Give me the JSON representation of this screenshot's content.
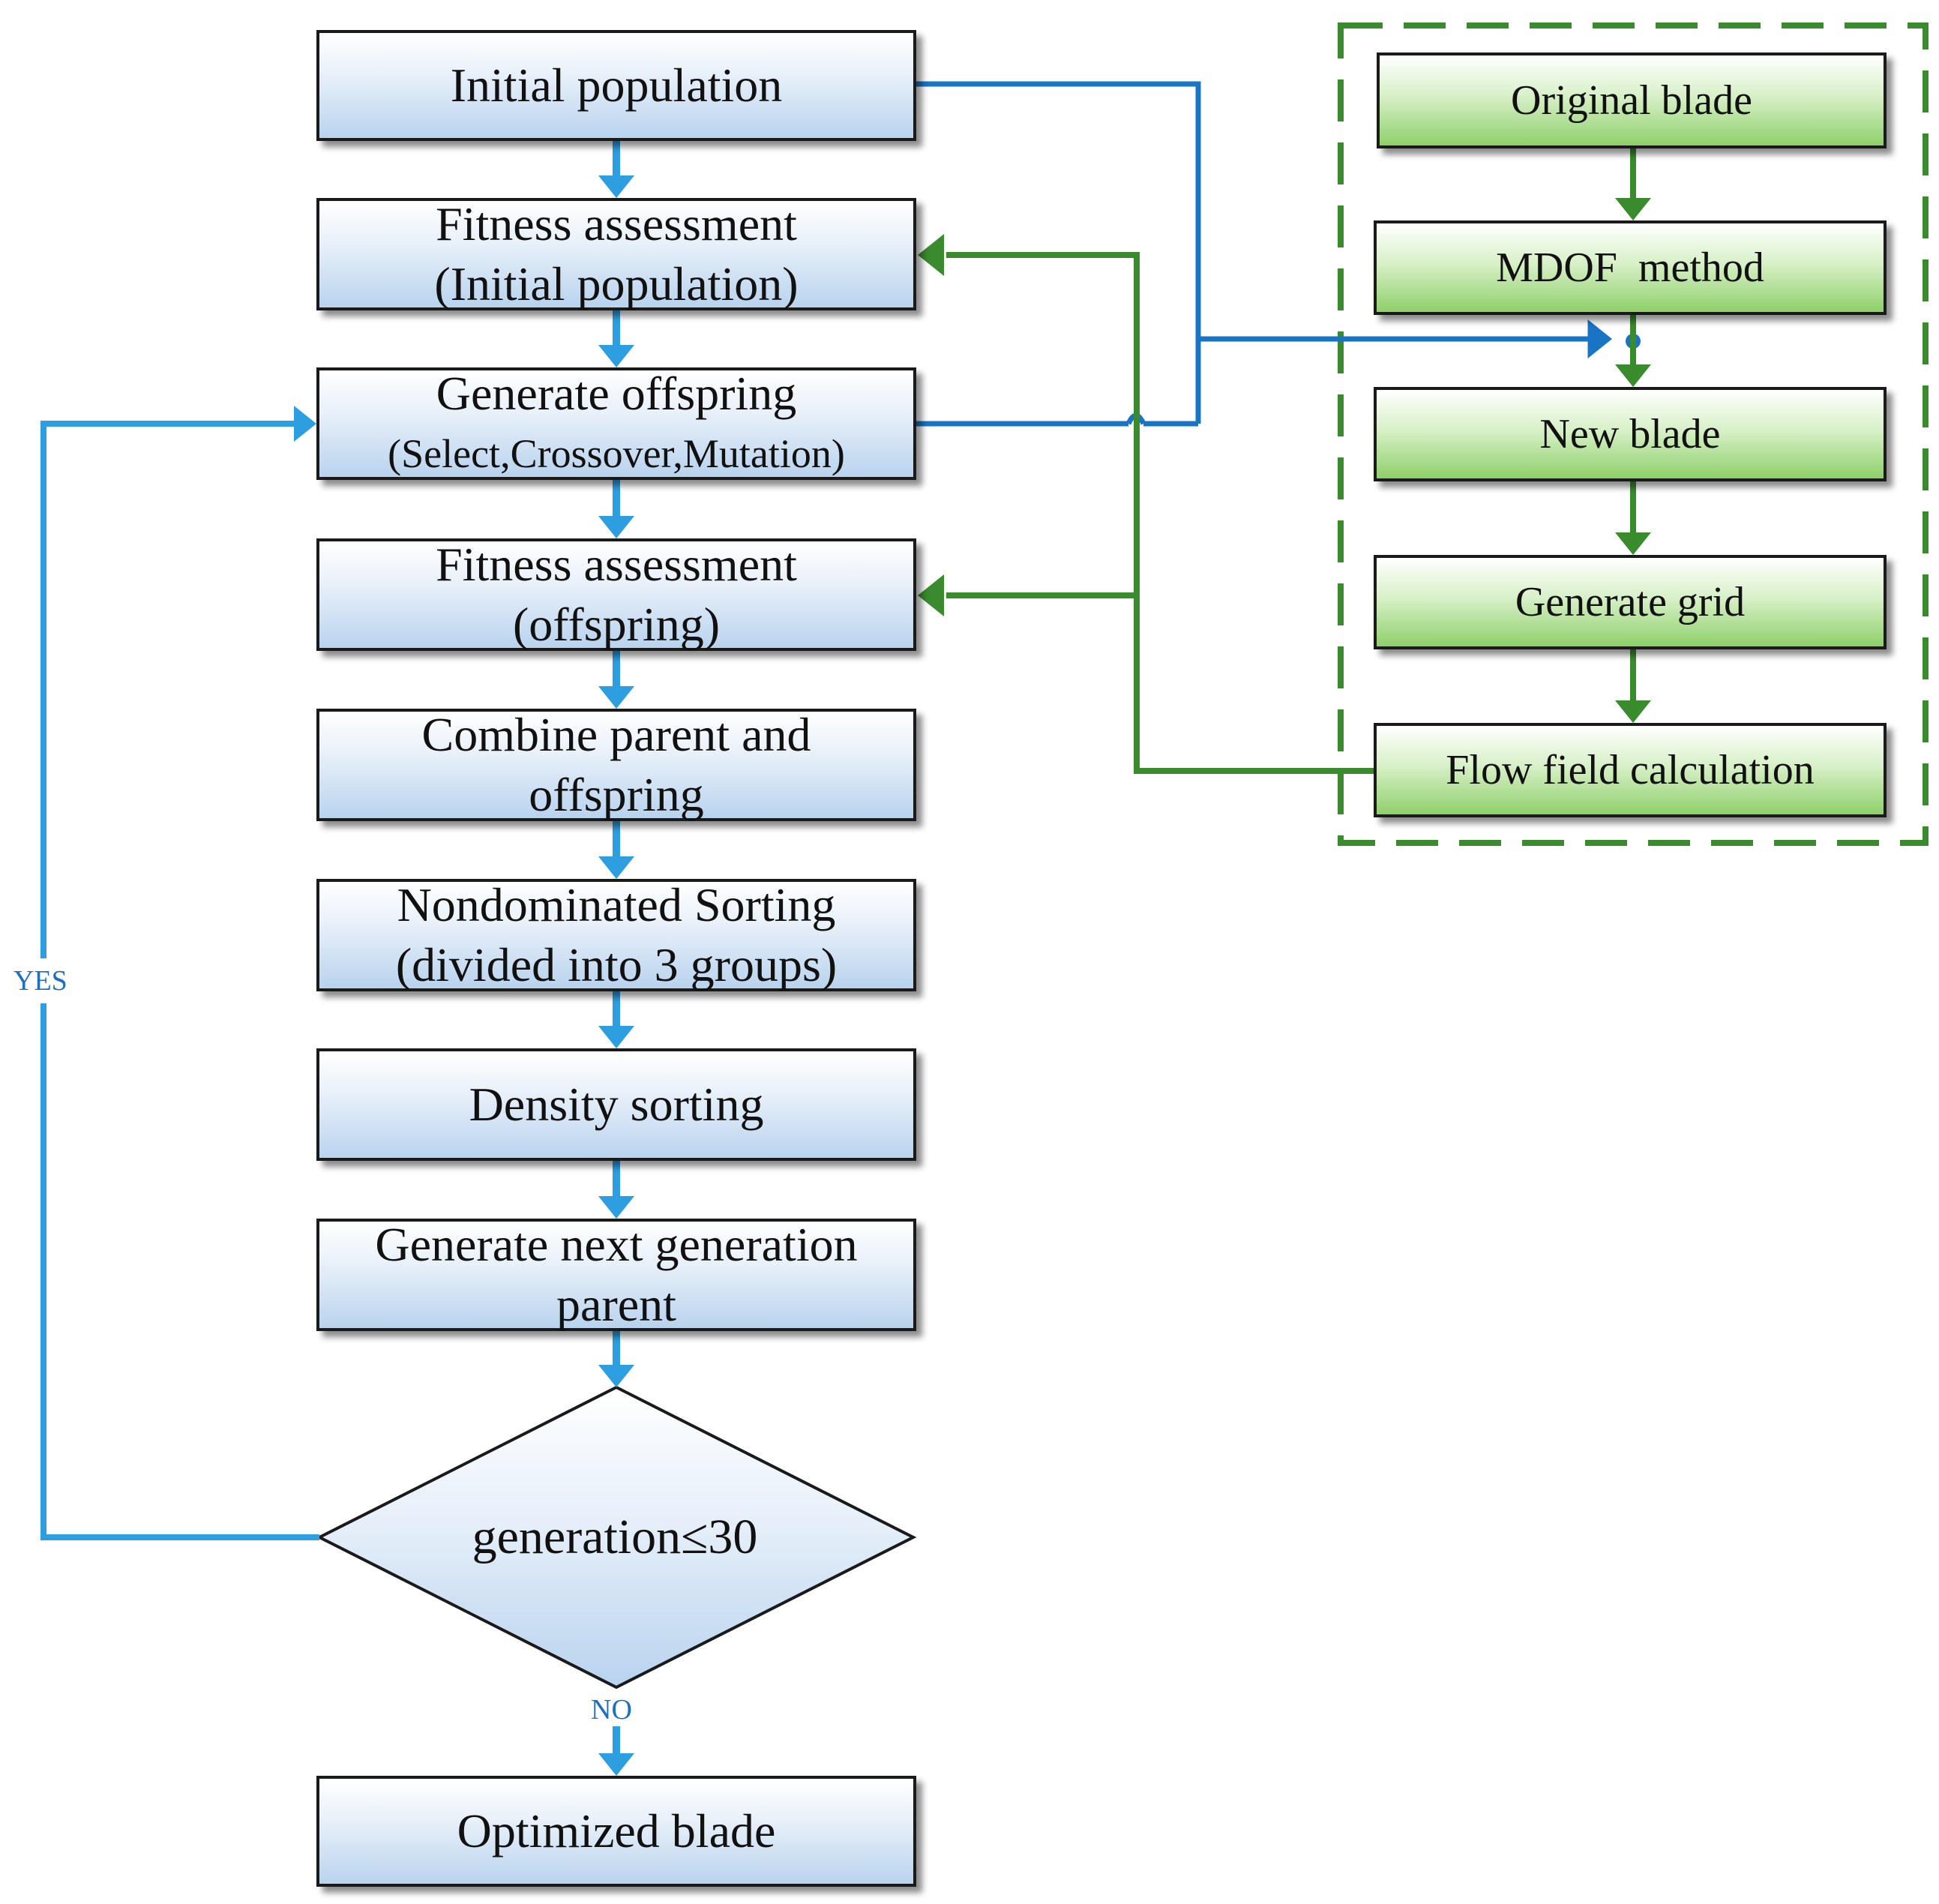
{
  "colors": {
    "flow_arrow": "#2d9ee0",
    "data_arrow": "#1a74c4",
    "green_arrow": "#3a8a2e",
    "module_border": "#3a8a2e"
  },
  "main_flow": [
    {
      "id": "initial-population",
      "lines": [
        "Initial population"
      ]
    },
    {
      "id": "fitness-initial",
      "lines": [
        "Fitness assessment",
        "(Initial population)"
      ]
    },
    {
      "id": "generate-offspring",
      "lines": [
        "Generate offspring",
        "(Select,Crossover,Mutation)"
      ]
    },
    {
      "id": "fitness-offspring",
      "lines": [
        "Fitness assessment",
        "(offspring)"
      ]
    },
    {
      "id": "combine",
      "lines": [
        "Combine parent and",
        "offspring"
      ]
    },
    {
      "id": "nondominated",
      "lines": [
        "Nondominated Sorting",
        "(divided into 3 groups)"
      ]
    },
    {
      "id": "density",
      "lines": [
        "Density sorting"
      ]
    },
    {
      "id": "next-generation",
      "lines": [
        "Generate next generation",
        "parent"
      ]
    },
    {
      "id": "optimized",
      "lines": [
        "Optimized blade"
      ]
    }
  ],
  "decision": {
    "label": "generation≤30",
    "yes": "YES",
    "no": "NO"
  },
  "cfd_module": [
    {
      "id": "original-blade",
      "label": "Original blade"
    },
    {
      "id": "mdof",
      "label": "MDOF  method"
    },
    {
      "id": "new-blade",
      "label": "New blade"
    },
    {
      "id": "generate-grid",
      "label": "Generate grid"
    },
    {
      "id": "flow-field",
      "label": "Flow field calculation"
    }
  ]
}
